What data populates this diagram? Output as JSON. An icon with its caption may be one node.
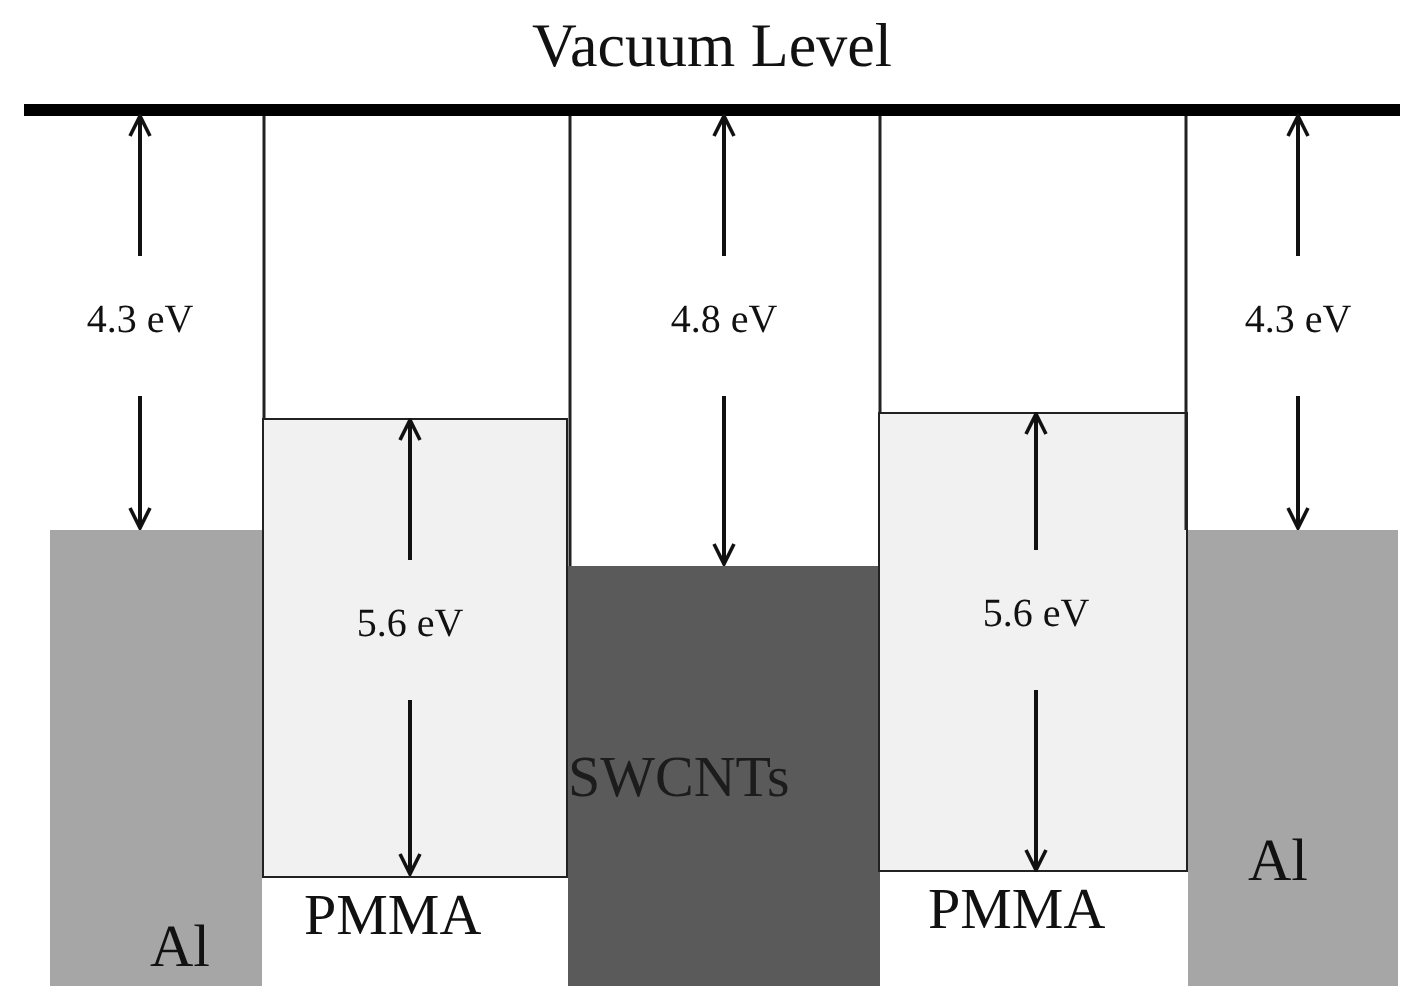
{
  "diagram": {
    "nodes": [
      {
        "text": [
          "Vacuum Level"
        ]
      },
      {
        "text": [
          "Al"
        ]
      },
      {
        "text": [
          "PMMA"
        ]
      },
      {
        "text": [
          "SWCNTs"
        ]
      },
      {
        "text": [
          "PMMA"
        ]
      },
      {
        "text": [
          "Al"
        ]
      }
    ],
    "edges": [],
    "labels": [
      "4.3 eV",
      "5.6 eV",
      "4.8 eV",
      "5.6 eV",
      "4.3 eV"
    ]
  }
}
